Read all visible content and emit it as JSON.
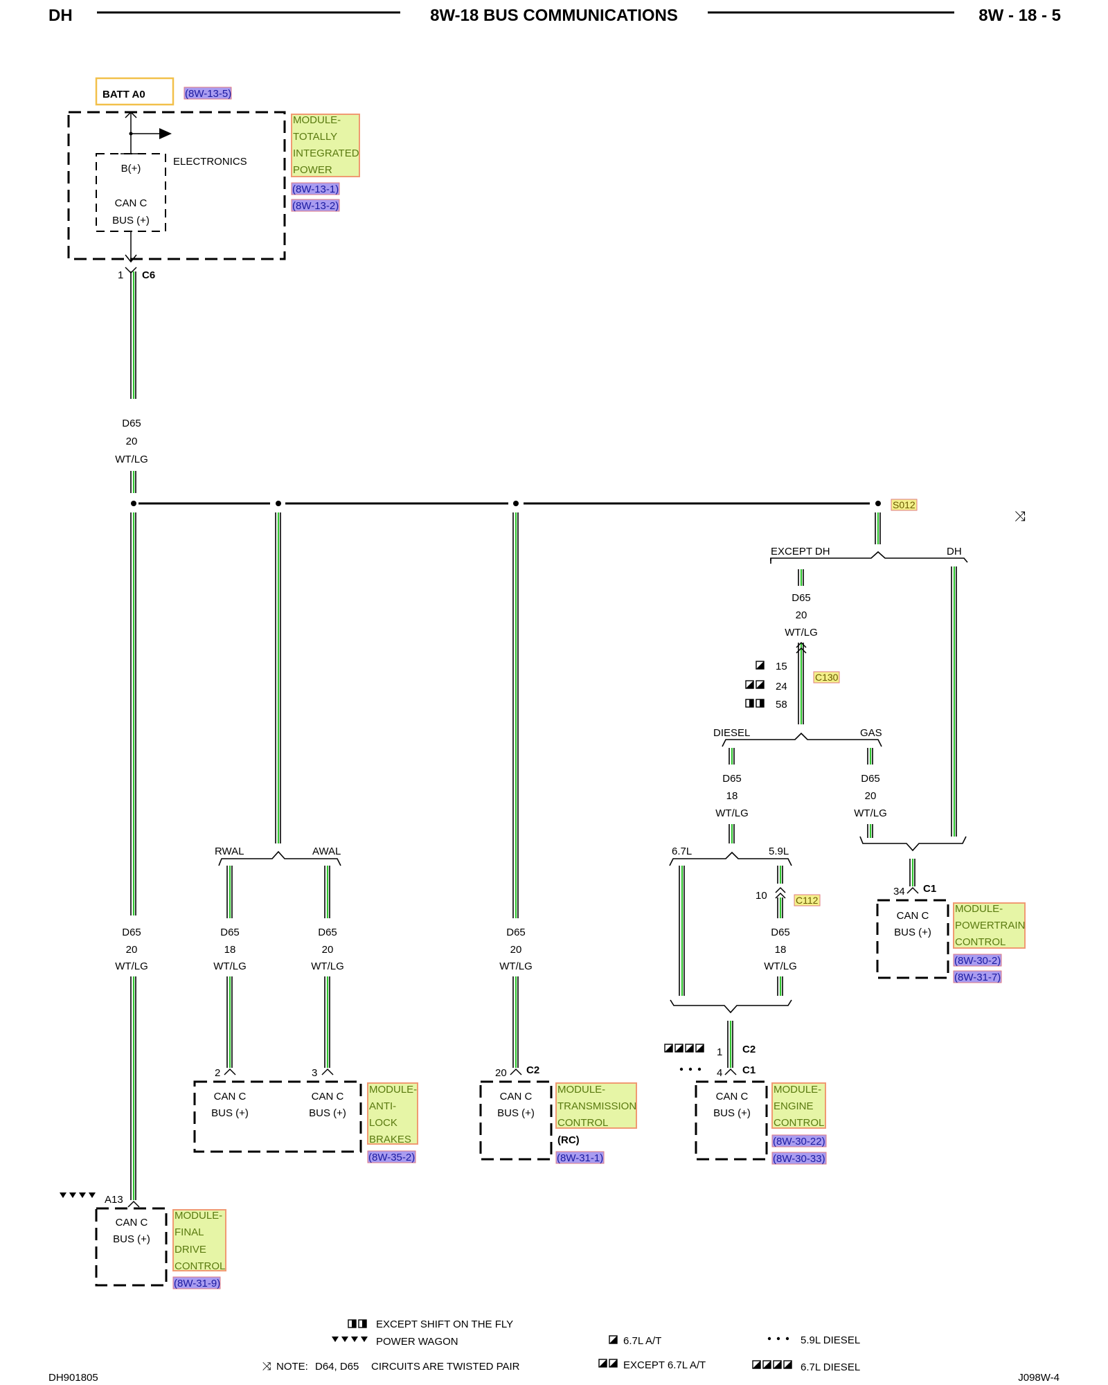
{
  "header": {
    "left": "DH",
    "title": "8W-18 BUS COMMUNICATIONS",
    "right": "8W - 18 - 5"
  },
  "footer": {
    "left": "DH901805",
    "right": "J098W-4"
  },
  "tipm": {
    "batt_label": "BATT A0",
    "batt_ref": "(8W-13-5)",
    "electronics": "ELECTRONICS",
    "bplus": "B(+)",
    "can_c": "CAN C",
    "bus_plus": "BUS (+)",
    "module_lines": [
      "MODULE-",
      "TOTALLY",
      "INTEGRATED",
      "POWER"
    ],
    "refs": [
      "(8W-13-1)",
      "(8W-13-2)"
    ],
    "pin": "1",
    "connector": "C6"
  },
  "wires": {
    "d65": "D65",
    "g20": "20",
    "g18": "18",
    "color": "WT/LG"
  },
  "splice": "S012",
  "twist_symbol": "⤨",
  "branches": {
    "except_dh": "EXCEPT DH",
    "dh": "DH",
    "diesel": "DIESEL",
    "gas": "GAS",
    "rwal": "RWAL",
    "awal": "AWAL",
    "l67": "6.7L",
    "l59": "5.9L"
  },
  "c130": {
    "name": "C130",
    "pins": [
      "15",
      "24",
      "58"
    ]
  },
  "c112": {
    "name": "C112",
    "pin": "10"
  },
  "pcm": {
    "pin": "34",
    "connector": "C1",
    "module_lines": [
      "MODULE-",
      "POWERTRAIN",
      "CONTROL"
    ],
    "refs": [
      "(8W-30-2)",
      "(8W-31-7)"
    ]
  },
  "abs": {
    "pin_a": "2",
    "pin_b": "3",
    "module_lines": [
      "MODULE-",
      "ANTI-",
      "LOCK",
      "BRAKES"
    ],
    "refs": [
      "(8W-35-2)"
    ]
  },
  "tcm": {
    "pin": "20",
    "connector": "C2",
    "module_lines": [
      "MODULE-",
      "TRANSMISSION",
      "CONTROL"
    ],
    "rc": "(RC)",
    "refs": [
      "(8W-31-1)"
    ]
  },
  "ecm": {
    "pin_c2": "1",
    "conn_c2": "C2",
    "pin_c1": "4",
    "conn_c1": "C1",
    "module_lines": [
      "MODULE-",
      "ENGINE",
      "CONTROL"
    ],
    "refs": [
      "(8W-30-22)",
      "(8W-30-33)"
    ]
  },
  "fdcm": {
    "pin": "A13",
    "module_lines": [
      "MODULE-",
      "FINAL",
      "DRIVE",
      "CONTROL"
    ],
    "refs": [
      "(8W-31-9)"
    ]
  },
  "legend": {
    "except_shift": "EXCEPT SHIFT ON THE FLY",
    "power_wagon": "POWER WAGON",
    "note_label": "NOTE:",
    "note_circuits": "D64, D65",
    "note_text": "CIRCUITS ARE TWISTED PAIR",
    "at67": "6.7L A/T",
    "except_at67": "EXCEPT 6.7L A/T",
    "diesel59": "5.9L DIESEL",
    "diesel67": "6.7L DIESEL"
  },
  "colors": {
    "module_fill": "#e6f5a6",
    "module_border": "#f09a72",
    "ref_fill": "#a99cf0",
    "ref_border": "#e07a82",
    "connector_fill": "#f3f08a",
    "wire_green": "#2ec42e",
    "batt_border": "#f2c04a"
  }
}
